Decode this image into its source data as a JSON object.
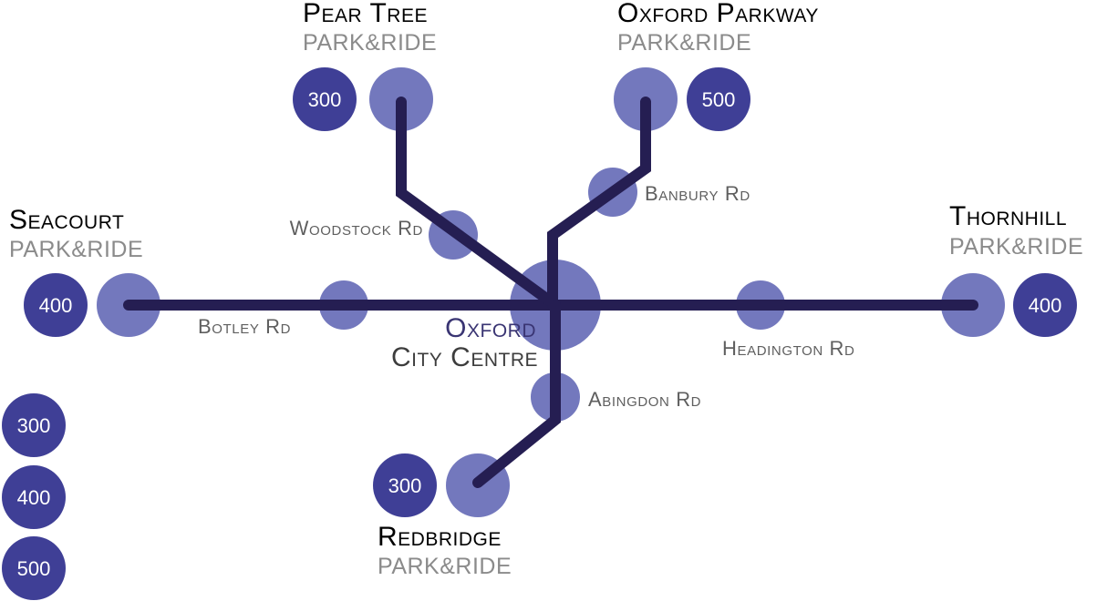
{
  "colors": {
    "route_line": "#251e52",
    "stop_dot": "#7378bd",
    "route_badge": "#3f3f96",
    "title_text": "#000000",
    "city_centre_line1": "#3a3573",
    "city_centre_line2": "#3d3d3d",
    "subtitle_text": "#8b8b8b",
    "stop_label_text": "#5f5f5f"
  },
  "park_and_ride": {
    "pear_tree": {
      "name": "Pear Tree",
      "subtitle": "PARK&RIDE",
      "route": "300"
    },
    "oxford_parkway": {
      "name": "Oxford Parkway",
      "subtitle": "PARK&RIDE",
      "route": "500"
    },
    "seacourt": {
      "name": "Seacourt",
      "subtitle": "PARK&RIDE",
      "route": "400"
    },
    "thornhill": {
      "name": "Thornhill",
      "subtitle": "PARK&RIDE",
      "route": "400"
    },
    "redbridge": {
      "name": "Redbridge",
      "subtitle": "PARK&RIDE",
      "route": "300"
    }
  },
  "city_centre": {
    "line1": "Oxford",
    "line2": "City Centre"
  },
  "stops": {
    "woodstock": "Woodstock Rd",
    "banbury": "Banbury Rd",
    "botley": "Botley Rd",
    "headington": "Headington Rd",
    "abingdon": "Abingdon Rd"
  },
  "route_key": [
    "300",
    "400",
    "500"
  ]
}
